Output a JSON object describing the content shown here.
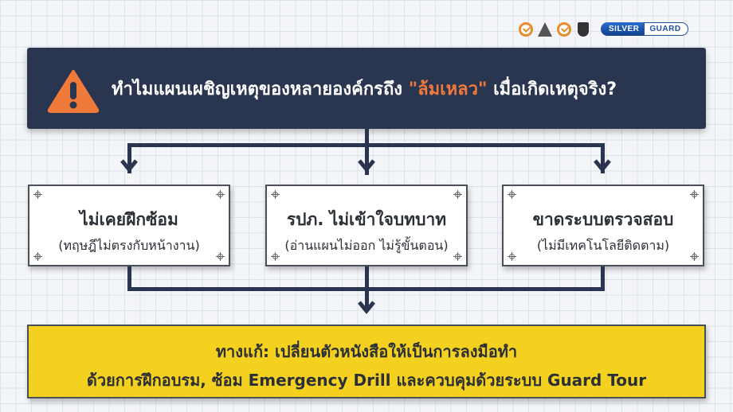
{
  "branding": {
    "certifications": [
      "cert-badge-1",
      "cert-badge-2",
      "cert-badge-3",
      "cert-badge-4"
    ],
    "logo_left": "SILVER",
    "logo_right": "GUARD"
  },
  "header": {
    "icon": "warning-icon",
    "title_before": "ทำไมแผนเผชิญเหตุของหลายองค์กรถึง ",
    "title_highlight": "\"ล้มเหลว\"",
    "title_after": " เมื่อเกิดเหตุจริง?",
    "highlight_color": "#f07a3a",
    "background_color": "#2a3550"
  },
  "causes": [
    {
      "title": "ไม่เคยฝึกซ้อม",
      "subtitle": "(ทฤษฎีไม่ตรงกับหน้างาน)"
    },
    {
      "title": "รปภ. ไม่เข้าใจบทบาท",
      "subtitle": "(อ่านแผนไม่ออก ไม่รู้ขั้นตอน)"
    },
    {
      "title": "ขาดระบบตรวจสอบ",
      "subtitle": "(ไม่มีเทคโนโลยีติดตาม)"
    }
  ],
  "solution": {
    "line1": "ทางแก้: เปลี่ยนตัวหนังสือให้เป็นการลงมือทำ",
    "line2": "ด้วยการฝึกอบรม, ซ้อม Emergency Drill และควบคุมด้วยระบบ Guard Tour",
    "background_color": "#f5d11f"
  }
}
